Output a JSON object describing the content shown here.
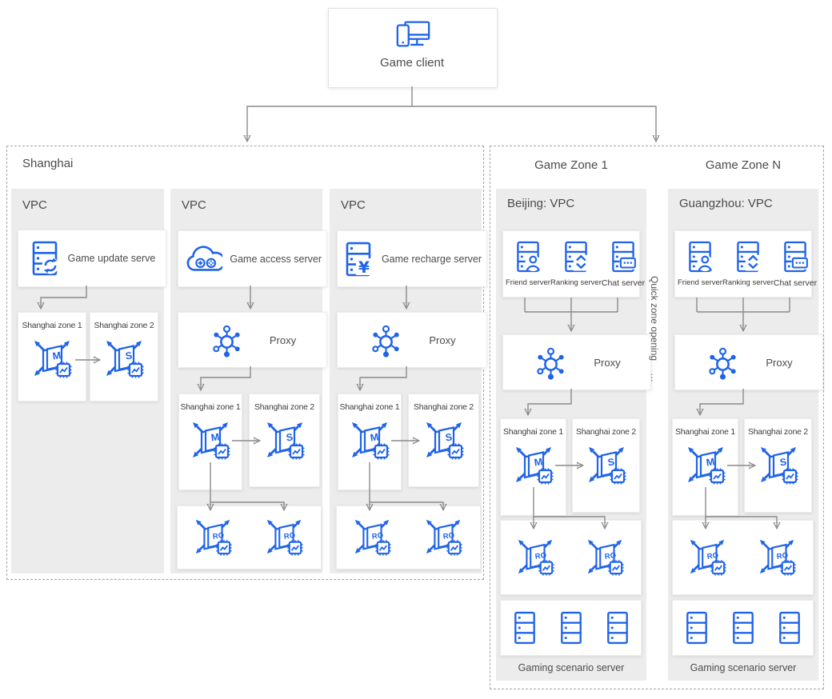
{
  "colors": {
    "accent": "#1f63e8",
    "panel_bg": "#ececec",
    "connector": "#8a8a8a"
  },
  "client": {
    "label": "Game client"
  },
  "labels": {
    "db_master": "M",
    "db_slave": "S",
    "db_readonly": "RO"
  },
  "shanghai": {
    "title": "Shanghai",
    "vpc1": {
      "label": "VPC",
      "server": "Game update serve",
      "zone1": "Shanghai zone 1",
      "zone2": "Shanghai zone 2"
    },
    "vpc2": {
      "label": "VPC",
      "server": "Game access server",
      "proxy": "Proxy",
      "zone1": "Shanghai zone 1",
      "zone2": "Shanghai zone 2"
    },
    "vpc3": {
      "label": "VPC",
      "server": "Game recharge server",
      "proxy": "Proxy",
      "zone1": "Shanghai zone 1",
      "zone2": "Shanghai zone 2"
    }
  },
  "game_zones": {
    "divider": {
      "text": "Quick zone opening",
      "dots": "…"
    },
    "zone1": {
      "title": "Game Zone 1",
      "vpc": "Beijing: VPC",
      "servers": [
        "Friend server",
        "Ranking server",
        "Chat server"
      ],
      "proxy": "Proxy",
      "zone1": "Shanghai zone 1",
      "zone2": "Shanghai zone 2",
      "scenario": "Gaming scenario server"
    },
    "zoneN": {
      "title": "Game Zone N",
      "vpc": "Guangzhou: VPC",
      "servers": [
        "Friend server",
        "Ranking server",
        "Chat server"
      ],
      "proxy": "Proxy",
      "zone1": "Shanghai zone 1",
      "zone2": "Shanghai zone 2",
      "scenario": "Gaming scenario server"
    }
  }
}
